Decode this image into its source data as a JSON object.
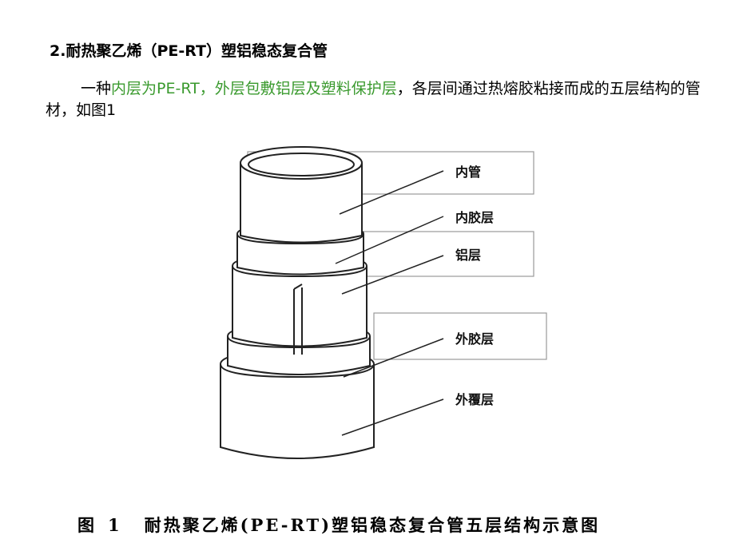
{
  "heading": "2.耐热聚乙烯（PE-RT）塑铝稳态复合管",
  "paragraph": {
    "before": "一种",
    "highlight": "内层为PE-RT，外层包敷铝层及塑料保护层",
    "after": "，各层间通过热熔胶粘接而成的五层结构的管材，如图1"
  },
  "highlight_color": "#3a9a2e",
  "figure": {
    "labels": [
      "内管",
      "内胶层",
      "铝层",
      "外胶层",
      "外覆层"
    ],
    "caption_prefix": "图",
    "caption_number": "1",
    "caption_text": "耐热聚乙烯(PE-RT)塑铝稳态复合管五层结构示意图"
  }
}
